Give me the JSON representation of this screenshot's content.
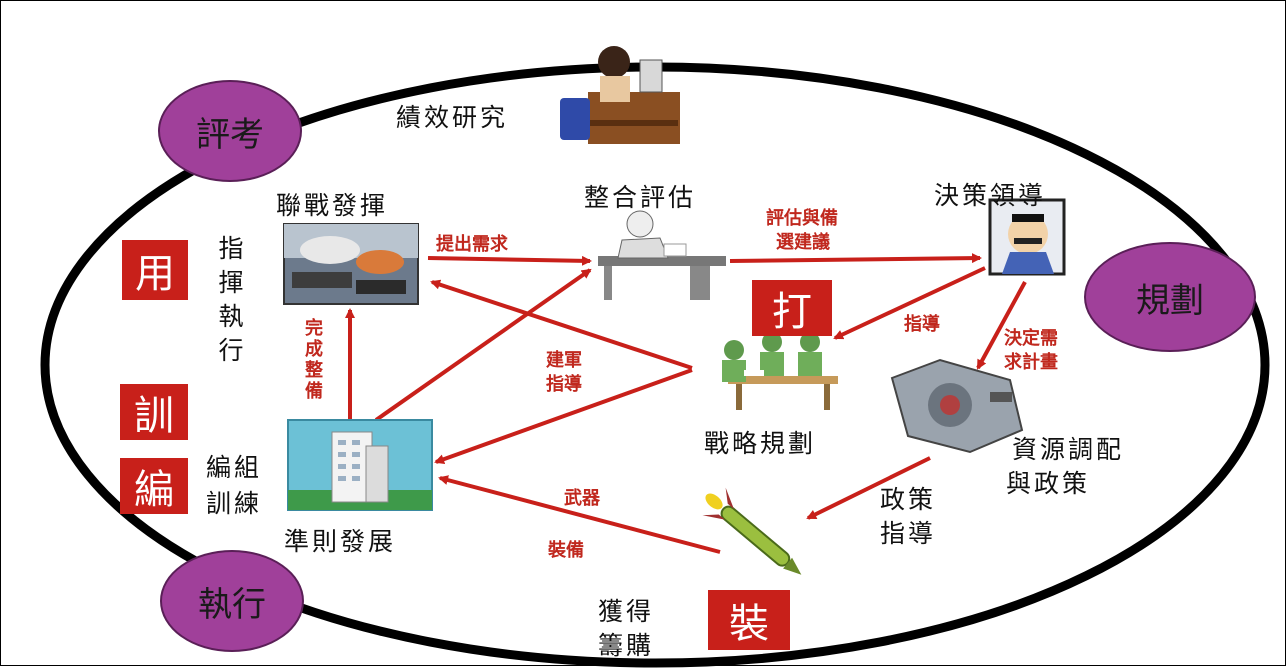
{
  "circles": {
    "evaluate": "評考",
    "plan": "規劃",
    "execute": "執行"
  },
  "red_boxes": {
    "use": "用",
    "fight": "打",
    "train": "訓",
    "organize": "編",
    "equip": "裝"
  },
  "nodes": {
    "performance_research": "績效研究",
    "joint_operations": "聯戰發揮",
    "integrated_assessment": "整合評估",
    "decision_leadership": "決策領導",
    "strategic_planning": "戰略規劃",
    "resource_allocation_line1": "資源調配",
    "resource_allocation_line2": "與政策",
    "doctrine_development": "準則發展",
    "command_execution": "指揮執行",
    "organize_train_line1": "編組",
    "organize_train_line2": "訓練",
    "policy_guidance_line1": "政策",
    "policy_guidance_line2": "指導",
    "acquisition_line1": "獲得",
    "acquisition_line2": "籌購"
  },
  "arrow_labels": {
    "raise_requirements": "提出需求",
    "assess_recommend_line1": "評估與備",
    "assess_recommend_line2": "選建議",
    "guidance": "指導",
    "decide_requirements_line1": "決定需",
    "decide_requirements_line2": "求計畫",
    "build_guidance_line1": "建軍",
    "build_guidance_line2": "指導",
    "complete_readiness": "完成整備",
    "weapons": "武器",
    "equipment": "裝備"
  },
  "colors": {
    "arrow": "#c8201a",
    "circle": "#a0409a",
    "redbox": "#c8201a",
    "ellipse": "#000000"
  }
}
